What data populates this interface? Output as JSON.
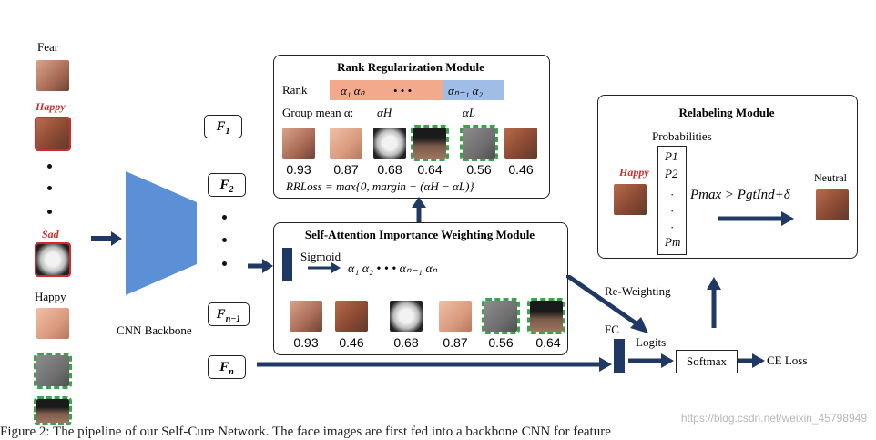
{
  "column": {
    "labels": {
      "fear": "Fear",
      "happy_red": "Happy",
      "sad_red": "Sad",
      "happy": "Happy"
    }
  },
  "backbone": {
    "label": "CNN Backbone"
  },
  "features": [
    "F",
    "F",
    "F",
    "F"
  ],
  "feature_subs": [
    "1",
    "2",
    "n−1",
    "n"
  ],
  "rank_module": {
    "title": "Rank Regularization Module",
    "rank_label": "Rank",
    "rank_high": "α₁  αₙ",
    "rank_dots": "•  •  •",
    "rank_low": "αₙ₋₁  α₂",
    "group_mean_label": "Group mean α:",
    "alpha_h": "αH",
    "alpha_l": "αL",
    "values": [
      "0.93",
      "0.87",
      "0.68",
      "0.64",
      "0.56",
      "0.46"
    ],
    "loss": "RRLoss = max{0, margin − (αH − αL)}"
  },
  "sa_module": {
    "title": "Self-Attention Importance Weighting Module",
    "sigmoid": "Sigmoid",
    "alphas": "α₁  α₂   •  •  •  αₙ₋₁  αₙ",
    "values": [
      "0.93",
      "0.46",
      "0.68",
      "0.87",
      "0.56",
      "0.64"
    ]
  },
  "relabel_module": {
    "title": "Relabeling Module",
    "probabilities": "Probabilities",
    "happy": "Happy",
    "neutral": "Neutral",
    "p_items": [
      "P1",
      "P2",
      "·",
      "·",
      "·",
      "Pm"
    ],
    "condition": "Pmax > PgtInd+δ"
  },
  "flow": {
    "reweighting": "Re-Weighting",
    "fc": "FC",
    "logits": "Logits",
    "softmax": "Softmax",
    "ce_loss": "CE Loss"
  },
  "caption": "Figure 2: The pipeline of our Self-Cure Network. The face images are first fed into a backbone CNN for feature",
  "watermark": "https://blog.csdn.net/weixin_45798949",
  "colors": {
    "arrow": "#1f3864",
    "backbone": "#5b8fd6",
    "rank_high_bg": "#f2a98c",
    "rank_low_bg": "#9fbde6",
    "red": "#d12b2b",
    "green": "#3aa24a"
  }
}
